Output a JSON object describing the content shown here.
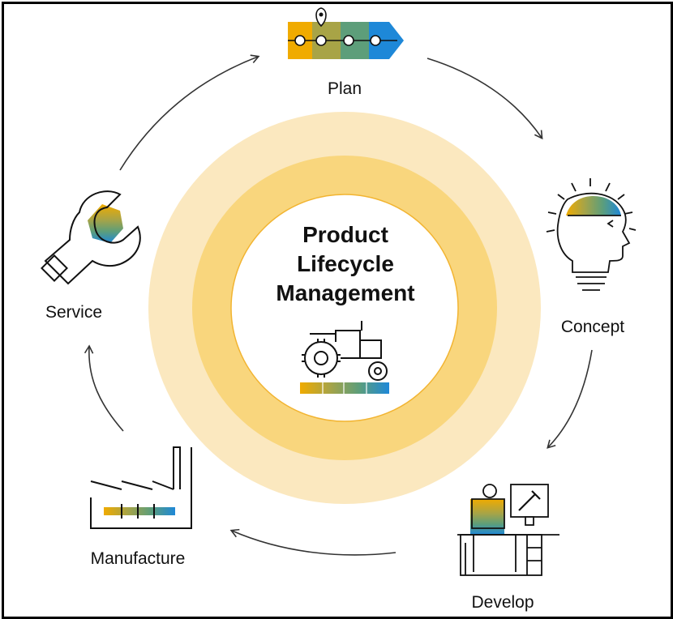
{
  "center": {
    "title_lines": [
      "Product",
      "Lifecycle",
      "Management"
    ]
  },
  "stages": {
    "plan": "Plan",
    "concept": "Concept",
    "develop": "Develop",
    "manufacture": "Manufacture",
    "service": "Service"
  },
  "colors": {
    "ring_outer": "#fbe8bf",
    "ring_mid": "#f9d67d",
    "ring_inner": "#ffffff",
    "accent_orange": "#f0ab00",
    "accent_olive": "#a8a446",
    "accent_green": "#5d9e7a",
    "accent_blue": "#1e88d8",
    "stroke": "#222222"
  },
  "icons": {
    "plan": "roadmap-icon",
    "concept": "idea-head-icon",
    "develop": "developer-desk-icon",
    "manufacture": "factory-icon",
    "service": "wrench-icon",
    "center": "tractor-icon"
  }
}
